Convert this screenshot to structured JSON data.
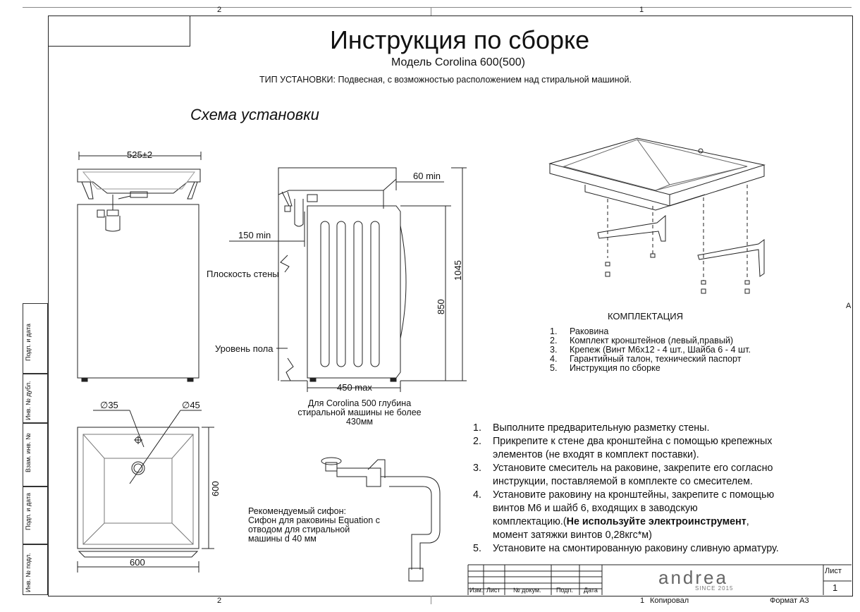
{
  "sheet": {
    "zone_top_left": "2",
    "zone_top_right": "1",
    "zone_bottom_left": "2",
    "zone_right": "A"
  },
  "header": {
    "title": "Инструкция по сборке",
    "model": "Модель Corolina 600(500)",
    "install_type": "ТИП УСТАНОВКИ: Подвесная, с возможностью расположением над стиральной машиной."
  },
  "scheme": {
    "heading": "Схема установки",
    "dim_width": "525±2",
    "dim_60min": "60 min",
    "dim_150min": "150 min",
    "wall_plane": "Плоскость стены",
    "floor_level": "Уровень пола",
    "dim_1045": "1045",
    "dim_850": "850",
    "dim_450max": "450 max",
    "corolina_note": [
      "Для Corolina 500 глубина",
      "стиральной машины не более",
      "430мм"
    ],
    "dia_35": "∅35",
    "dia_45": "∅45",
    "dim_600_h": "600",
    "dim_600_v": "600"
  },
  "kit": {
    "heading": "КОМПЛЕКТАЦИЯ",
    "items": [
      {
        "n": "1.",
        "text": "Раковина"
      },
      {
        "n": "2.",
        "text": "Комплект кронштейнов (левый,правый)"
      },
      {
        "n": "3.",
        "text": "Крепеж (Винт М6х12 - 4 шт., Шайба 6 - 4 шт."
      },
      {
        "n": "4.",
        "text": "Гарантийный талон, технический паспорт"
      },
      {
        "n": "5.",
        "text": "Инструкция по сборке"
      }
    ]
  },
  "siphon": {
    "lines": [
      "Рекомендуемый сифон:",
      "Сифон для раковины Equation с",
      "отводом для стиральной",
      "машины d 40 мм"
    ]
  },
  "instructions": {
    "i1": {
      "n": "1.",
      "text": "Выполните предварительную разметку стены."
    },
    "i2": {
      "n": "2.",
      "l1": "Прикрепите к стене два кронштейна с помощью крепежных",
      "l2": "элементов (не входят в комплект поставки)."
    },
    "i3": {
      "n": "3.",
      "l1": "Установите смеситель на раковине, закрепите его согласно",
      "l2": "инструкции, поставляемой в комплекте со смесителем."
    },
    "i4": {
      "n": "4.",
      "l1": "Установите раковину на кронштейны, закрепите с помощью",
      "l2": "винтов М6 и шайб 6, входящих в заводскую",
      "l3a": "комплектацию.(",
      "l3b": "Не используйте электроинструмент",
      "l3c": ",",
      "l4": "момент затяжки винтов 0,28кгс*м)"
    },
    "i5": {
      "n": "5.",
      "text": "Установите на смонтированную раковину сливную арматуру."
    }
  },
  "stamp": {
    "cols": [
      "Изм.",
      "Лист",
      "№ докум.",
      "Подп.",
      "Дата"
    ],
    "brand": "andrea",
    "brand_sub": "SINCE 2015",
    "sheet_label": "Лист",
    "sheet_num": "1",
    "copied": "Копировал",
    "copied_num": "1",
    "format": "Формат А3"
  },
  "side_stamp": [
    "Подп. и дата",
    "Инв. № дубл.",
    "Взам. инв. №",
    "Подп. и дата",
    "Инв. № подл."
  ]
}
